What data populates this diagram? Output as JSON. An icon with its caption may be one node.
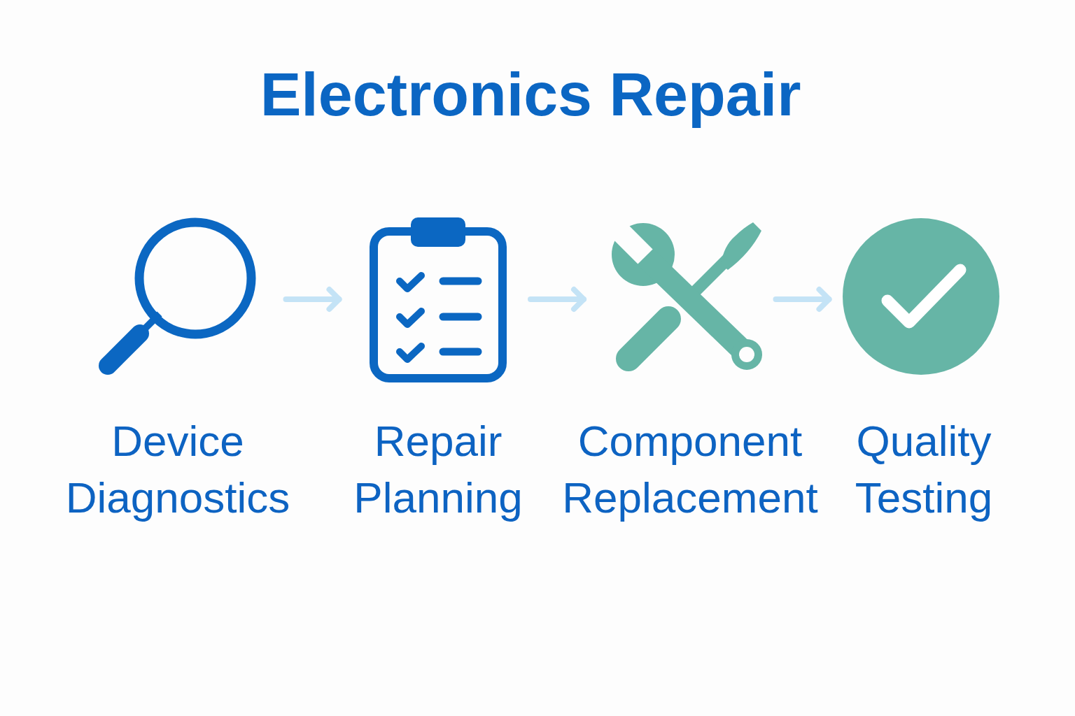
{
  "diagram": {
    "title": "Electronics Repair",
    "nodes": [
      {
        "text": [],
        "shape": "picture",
        "beside": [
          "Device Diagnostics"
        ]
      },
      {
        "text": [],
        "shape": "picture",
        "beside": [
          "Repair Planning"
        ]
      },
      {
        "text": [],
        "shape": "picture",
        "beside": [
          "Component Replacement"
        ]
      },
      {
        "text": [],
        "shape": "picture",
        "beside": [
          "Quality Testing"
        ]
      }
    ],
    "edges": [
      {
        "from": 0,
        "to": 1,
        "arrow": "to"
      },
      {
        "from": 1,
        "to": 2,
        "arrow": "to"
      },
      {
        "from": 2,
        "to": 3,
        "arrow": "to"
      }
    ]
  }
}
